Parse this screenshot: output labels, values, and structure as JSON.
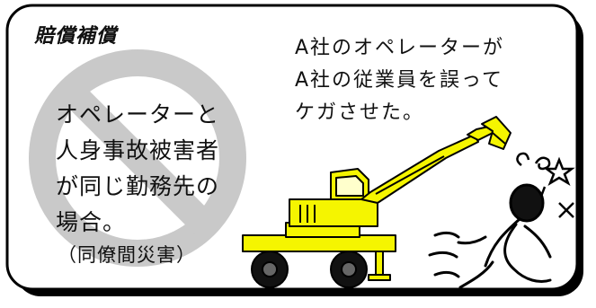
{
  "card": {
    "title": "賠償補償",
    "right_caption": [
      "A社のオペレーターが",
      "A社の従業員を誤って",
      "ケガさせた。"
    ],
    "left_caption": [
      "オペレーターと",
      "人身事故被害者",
      "が同じ勤務先の",
      "場合。"
    ],
    "left_sub": "（同僚間災害）"
  },
  "icons": [
    "no-entry-sign-icon",
    "excavator-icon",
    "injured-person-icon",
    "dizzy-stars-icon"
  ],
  "colors": {
    "machine_yellow": "#f5f500",
    "prohibition_gray": "#c9c9c9",
    "ink": "#111111",
    "shadow": "#000000"
  }
}
